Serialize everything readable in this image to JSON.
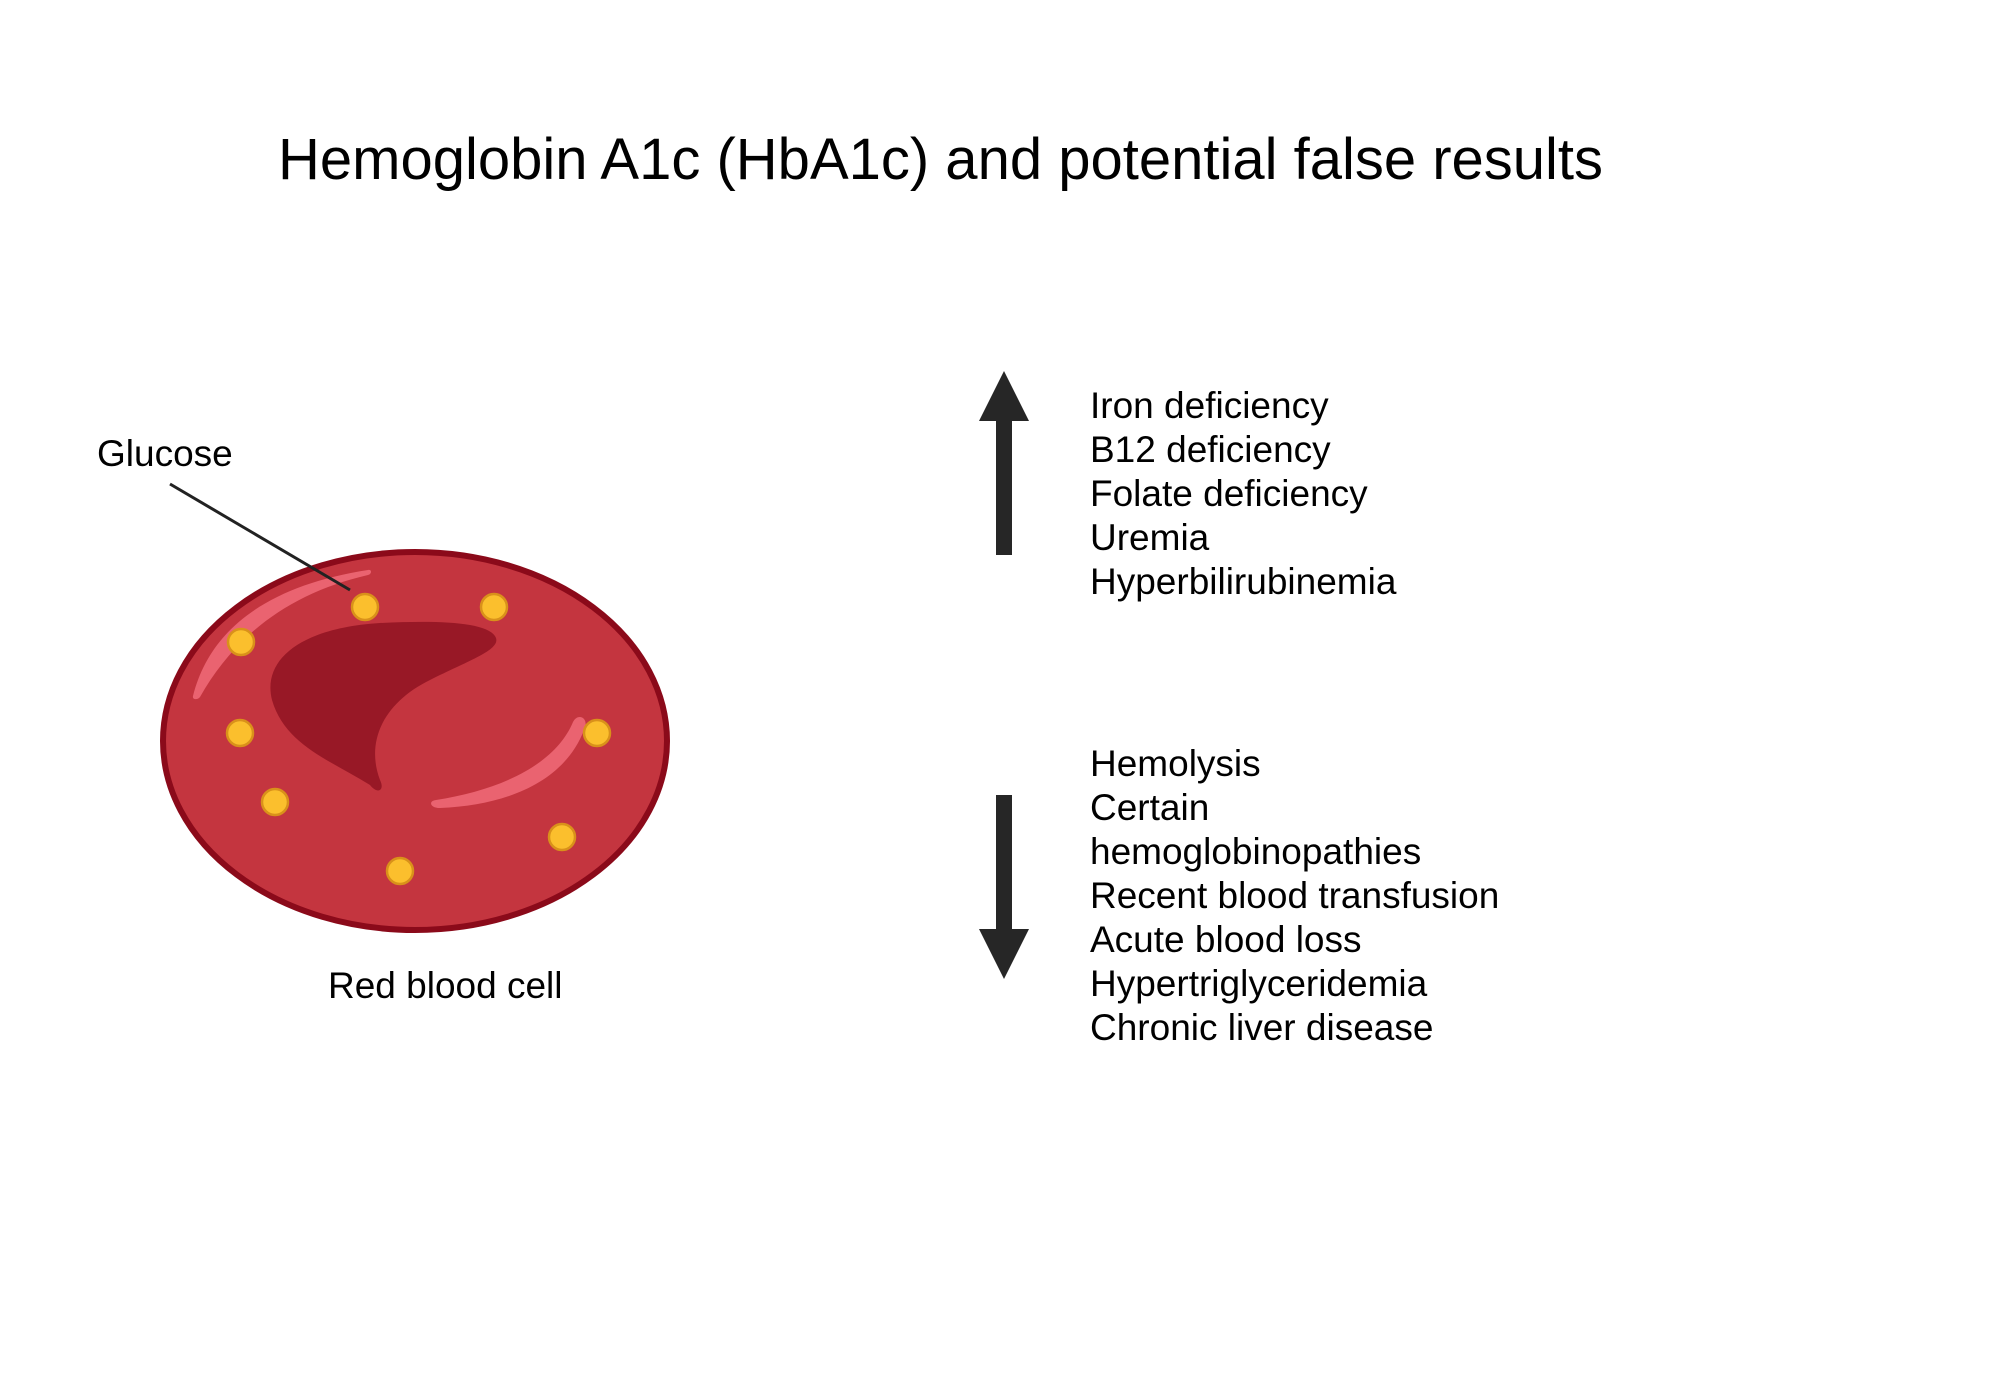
{
  "title": "Hemoglobin A1c (HbA1c) and potential false results",
  "cell": {
    "glucose_label": "Glucose",
    "cell_label": "Red blood cell",
    "colors": {
      "membrane": "#c4353f",
      "outline": "#8b0a1a",
      "center": "#981826",
      "highlight": "#ea6370",
      "glucose": "#fbbf2d",
      "glucose_outline": "#d9911a"
    }
  },
  "increase": {
    "arrow_icon": "arrow-up-icon",
    "items": [
      "Iron deficiency",
      "B12 deficiency",
      "Folate deficiency",
      "Uremia",
      "Hyperbilirubinemia"
    ]
  },
  "decrease": {
    "arrow_icon": "arrow-down-icon",
    "items": [
      "Hemolysis",
      "Certain",
      "hemoglobinopathies",
      "Recent blood transfusion",
      "Acute blood loss",
      "Hypertriglyceridemia",
      "Chronic liver disease"
    ]
  },
  "arrow_color": "#262626"
}
